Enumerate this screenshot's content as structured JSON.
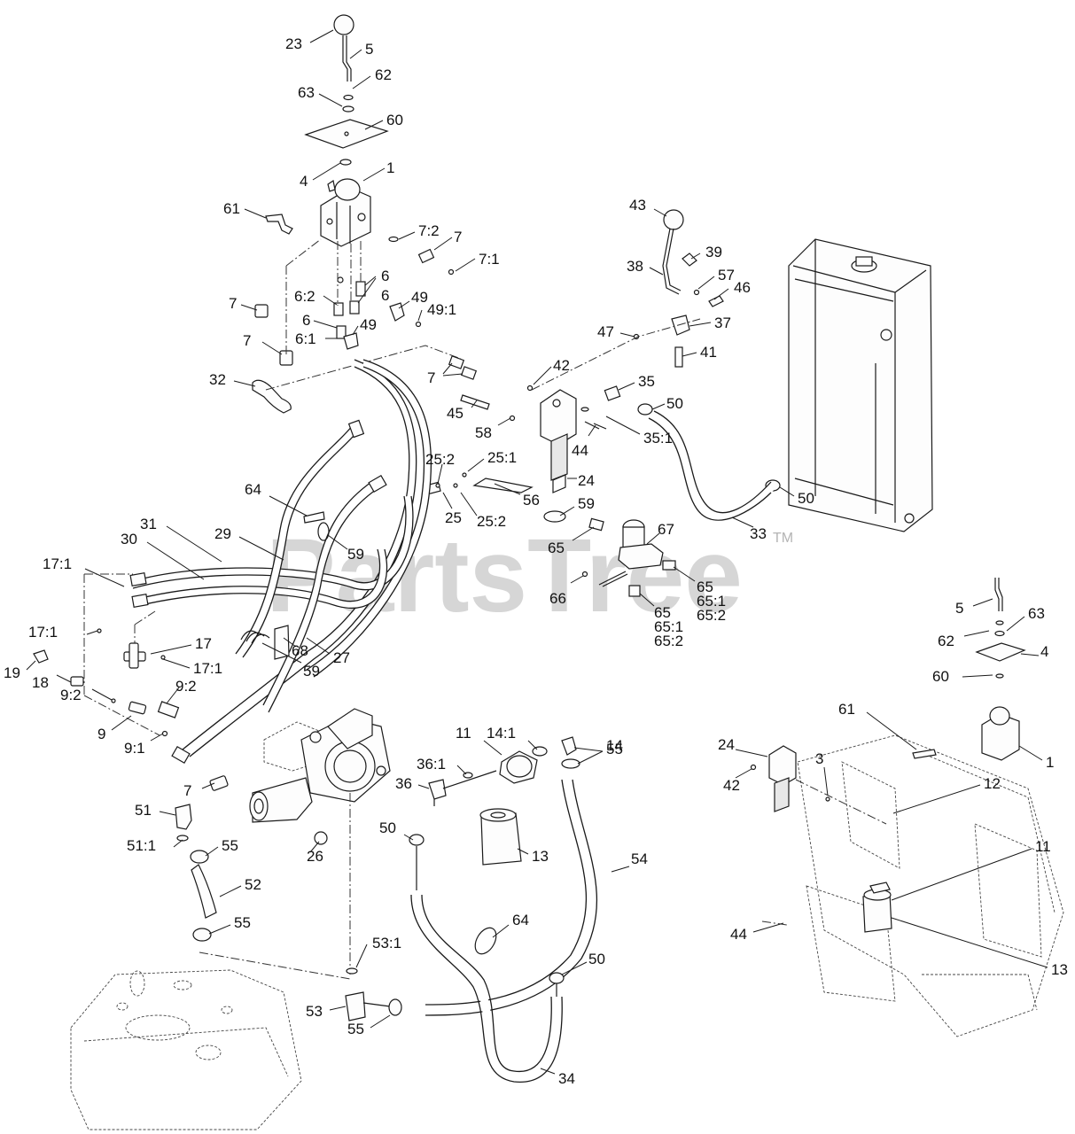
{
  "watermark": {
    "text": "PartsTree",
    "tm": "TM"
  },
  "labels": [
    {
      "id": "l1",
      "text": "23"
    },
    {
      "id": "l2",
      "text": "5"
    },
    {
      "id": "l3",
      "text": "62"
    },
    {
      "id": "l4",
      "text": "63"
    },
    {
      "id": "l5",
      "text": "60"
    },
    {
      "id": "l6",
      "text": "4"
    },
    {
      "id": "l7",
      "text": "1"
    },
    {
      "id": "l8",
      "text": "61"
    },
    {
      "id": "l9",
      "text": "7:2"
    },
    {
      "id": "l10",
      "text": "7"
    },
    {
      "id": "l11",
      "text": "7:1"
    },
    {
      "id": "l12",
      "text": "6"
    },
    {
      "id": "l13",
      "text": "6"
    },
    {
      "id": "l14",
      "text": "6:2"
    },
    {
      "id": "l15",
      "text": "7"
    },
    {
      "id": "l16",
      "text": "6"
    },
    {
      "id": "l17",
      "text": "49"
    },
    {
      "id": "l18",
      "text": "49:1"
    },
    {
      "id": "l19",
      "text": "6:1"
    },
    {
      "id": "l20",
      "text": "49"
    },
    {
      "id": "l21",
      "text": "7"
    },
    {
      "id": "l22",
      "text": "32"
    },
    {
      "id": "l23",
      "text": "43"
    },
    {
      "id": "l24",
      "text": "39"
    },
    {
      "id": "l25",
      "text": "38"
    },
    {
      "id": "l26",
      "text": "57"
    },
    {
      "id": "l27",
      "text": "46"
    },
    {
      "id": "l28",
      "text": "37"
    },
    {
      "id": "l29",
      "text": "47"
    },
    {
      "id": "l30",
      "text": "41"
    },
    {
      "id": "l31",
      "text": "42"
    },
    {
      "id": "l32",
      "text": "7"
    },
    {
      "id": "l33",
      "text": "35"
    },
    {
      "id": "l34",
      "text": "50"
    },
    {
      "id": "l35",
      "text": "45"
    },
    {
      "id": "l36",
      "text": "58"
    },
    {
      "id": "l37",
      "text": "44"
    },
    {
      "id": "l38",
      "text": "35:1"
    },
    {
      "id": "l39",
      "text": "25:2"
    },
    {
      "id": "l40",
      "text": "25:1"
    },
    {
      "id": "l41",
      "text": "24"
    },
    {
      "id": "l42",
      "text": "64"
    },
    {
      "id": "l43",
      "text": "56"
    },
    {
      "id": "l44",
      "text": "50"
    },
    {
      "id": "l45",
      "text": "25"
    },
    {
      "id": "l46",
      "text": "25:2"
    },
    {
      "id": "l47",
      "text": "59"
    },
    {
      "id": "l48",
      "text": "33"
    },
    {
      "id": "l49",
      "text": "31"
    },
    {
      "id": "l50",
      "text": "30"
    },
    {
      "id": "l51",
      "text": "29"
    },
    {
      "id": "l52",
      "text": "59"
    },
    {
      "id": "l53",
      "text": "65"
    },
    {
      "id": "l54",
      "text": "67"
    },
    {
      "id": "l55",
      "text": "66"
    },
    {
      "id": "l56",
      "text": "65"
    },
    {
      "id": "l57",
      "text": "65:1"
    },
    {
      "id": "l58",
      "text": "65:2"
    },
    {
      "id": "l59",
      "text": "65"
    },
    {
      "id": "l60",
      "text": "65:1"
    },
    {
      "id": "l61",
      "text": "65:2"
    },
    {
      "id": "l62",
      "text": "17:1"
    },
    {
      "id": "l63",
      "text": "17:1"
    },
    {
      "id": "l64",
      "text": "17"
    },
    {
      "id": "l65",
      "text": "17:1"
    },
    {
      "id": "l66",
      "text": "19"
    },
    {
      "id": "l67",
      "text": "18"
    },
    {
      "id": "l68",
      "text": "9:2"
    },
    {
      "id": "l69",
      "text": "9:2"
    },
    {
      "id": "l70",
      "text": "9"
    },
    {
      "id": "l71",
      "text": "9:1"
    },
    {
      "id": "l72",
      "text": "27"
    },
    {
      "id": "l73",
      "text": "68"
    },
    {
      "id": "l74",
      "text": "59"
    },
    {
      "id": "l75",
      "text": "7"
    },
    {
      "id": "l76",
      "text": "11"
    },
    {
      "id": "l77",
      "text": "14:1"
    },
    {
      "id": "l78",
      "text": "14"
    },
    {
      "id": "l79",
      "text": "55"
    },
    {
      "id": "l80",
      "text": "36:1"
    },
    {
      "id": "l81",
      "text": "36"
    },
    {
      "id": "l82",
      "text": "51"
    },
    {
      "id": "l83",
      "text": "51:1"
    },
    {
      "id": "l84",
      "text": "55"
    },
    {
      "id": "l85",
      "text": "26"
    },
    {
      "id": "l86",
      "text": "50"
    },
    {
      "id": "l87",
      "text": "13"
    },
    {
      "id": "l88",
      "text": "54"
    },
    {
      "id": "l89",
      "text": "52"
    },
    {
      "id": "l90",
      "text": "55"
    },
    {
      "id": "l91",
      "text": "64"
    },
    {
      "id": "l92",
      "text": "53:1"
    },
    {
      "id": "l93",
      "text": "50"
    },
    {
      "id": "l94",
      "text": "53"
    },
    {
      "id": "l95",
      "text": "55"
    },
    {
      "id": "l96",
      "text": "34"
    },
    {
      "id": "l97",
      "text": "5"
    },
    {
      "id": "l98",
      "text": "63"
    },
    {
      "id": "l99",
      "text": "62"
    },
    {
      "id": "l100",
      "text": "4"
    },
    {
      "id": "l101",
      "text": "60"
    },
    {
      "id": "l102",
      "text": "61"
    },
    {
      "id": "l103",
      "text": "24"
    },
    {
      "id": "l104",
      "text": "3"
    },
    {
      "id": "l105",
      "text": "1"
    },
    {
      "id": "l106",
      "text": "42"
    },
    {
      "id": "l107",
      "text": "12"
    },
    {
      "id": "l108",
      "text": "11"
    },
    {
      "id": "l109",
      "text": "44"
    },
    {
      "id": "l110",
      "text": "13"
    }
  ]
}
